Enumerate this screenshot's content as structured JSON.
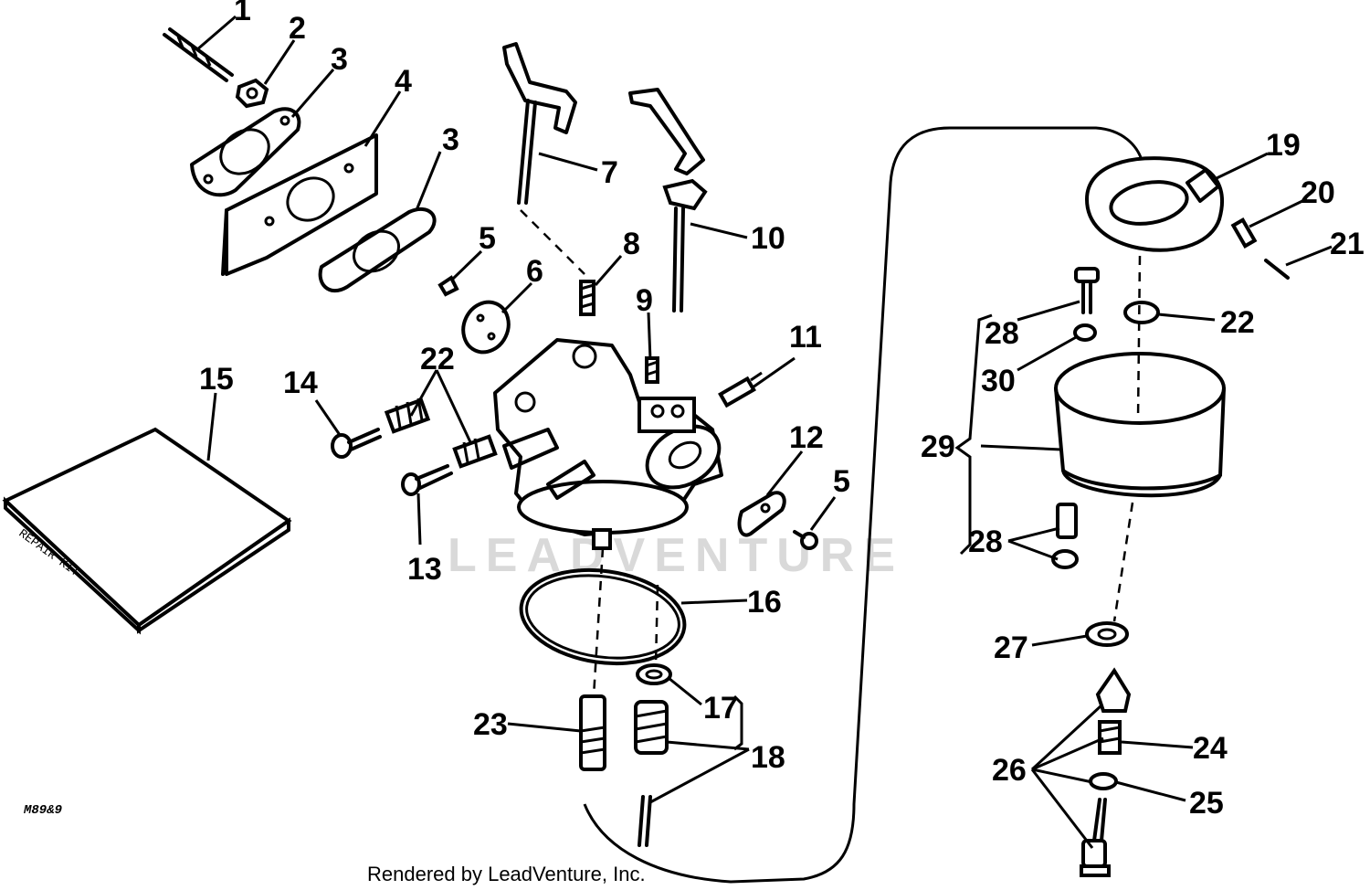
{
  "callouts": [
    "1",
    "2",
    "3",
    "4",
    "3",
    "5",
    "6",
    "7",
    "8",
    "9",
    "10",
    "11",
    "22",
    "14",
    "15",
    "13",
    "12",
    "5",
    "16",
    "17",
    "18",
    "23",
    "19",
    "20",
    "21",
    "22",
    "28",
    "30",
    "29",
    "28",
    "27",
    "24",
    "26",
    "25"
  ],
  "kit_label": "REPAIR KIT",
  "figure_code": "M89&9",
  "watermark": "LEADVENTURE",
  "footer": "Rendered by LeadVenture, Inc."
}
